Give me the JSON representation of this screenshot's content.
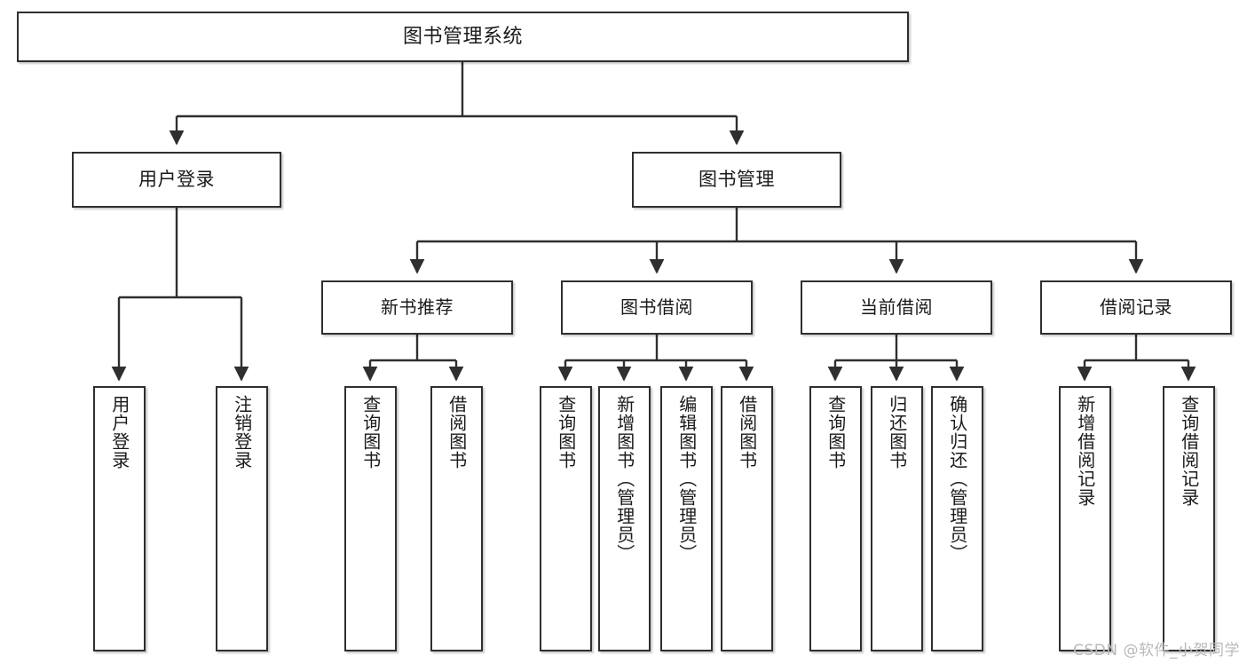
{
  "diagram": {
    "title": "图书管理系统",
    "watermark": "CSDN @软件_小贺同学",
    "accent_color": "#2f2f2f",
    "background_color": "#ffffff",
    "type": "tree-hierarchy",
    "nodes": {
      "root": {
        "label": "图书管理系统"
      },
      "level2": [
        {
          "label": "用户登录"
        },
        {
          "label": "图书管理"
        }
      ],
      "level3": [
        {
          "label": "新书推荐"
        },
        {
          "label": "图书借阅"
        },
        {
          "label": "当前借阅"
        },
        {
          "label": "借阅记录"
        }
      ],
      "leaves": {
        "user_login": [
          {
            "label": "用户登录"
          },
          {
            "label": "注销登录"
          }
        ],
        "new_book_recommend": [
          {
            "label": "查询图书"
          },
          {
            "label": "借阅图书"
          }
        ],
        "book_borrow": [
          {
            "label": "查询图书"
          },
          {
            "label": "新增图书（管理员）"
          },
          {
            "label": "编辑图书（管理员）"
          },
          {
            "label": "借阅图书"
          }
        ],
        "current_borrow": [
          {
            "label": "查询图书"
          },
          {
            "label": "归还图书"
          },
          {
            "label": "确认归还（管理员）"
          }
        ],
        "borrow_record": [
          {
            "label": "新增借阅记录"
          },
          {
            "label": "查询借阅记录"
          }
        ]
      }
    }
  }
}
